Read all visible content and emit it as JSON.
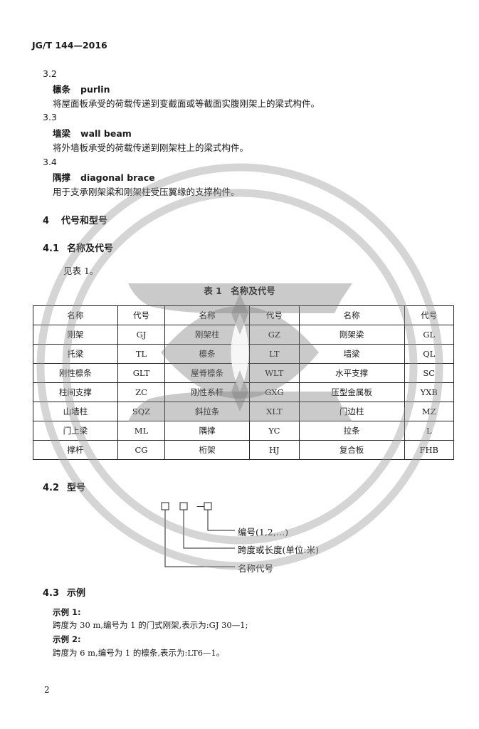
{
  "header": {
    "standard_code": "JG/T 144—2016"
  },
  "terms": [
    {
      "number": "3.2",
      "term_cn": "檩条",
      "term_en": "purlin",
      "definition": "将屋面板承受的荷载传递到变截面或等截面实腹刚架上的梁式构件。"
    },
    {
      "number": "3.3",
      "term_cn": "墙梁",
      "term_en": "wall beam",
      "definition": "将外墙板承受的荷载传递到刚架柱上的梁式构件。"
    },
    {
      "number": "3.4",
      "term_cn": "隅撑",
      "term_en": "diagonal brace",
      "definition": "用于支承刚架梁和刚架柱受压翼缘的支撑构件。"
    }
  ],
  "chapter4": {
    "number": "4",
    "title": "代号和型号"
  },
  "section41": {
    "number": "4.1",
    "title": "名称及代号",
    "text": "见表 1。"
  },
  "table1": {
    "title": "表 1　名称及代号",
    "headers": [
      "名称",
      "代号",
      "名称",
      "代号",
      "名称",
      "代号"
    ],
    "rows": [
      [
        "刚架",
        "GJ",
        "刚架柱",
        "GZ",
        "刚架梁",
        "GL"
      ],
      [
        "托梁",
        "TL",
        "檩条",
        "LT",
        "墙梁",
        "QL"
      ],
      [
        "刚性檩条",
        "GLT",
        "屋脊檩条",
        "WLT",
        "水平支撑",
        "SC"
      ],
      [
        "柱间支撑",
        "ZC",
        "刚性系杆",
        "GXG",
        "压型金属板",
        "YXB"
      ],
      [
        "山墙柱",
        "SQZ",
        "斜拉条",
        "XLT",
        "门边柱",
        "MZ"
      ],
      [
        "门上梁",
        "ML",
        "隅撑",
        "YC",
        "拉条",
        "L"
      ],
      [
        "撑杆",
        "CG",
        "桁架",
        "HJ",
        "复合板",
        "FHB"
      ]
    ]
  },
  "section42": {
    "number": "4.2",
    "title": "型号"
  },
  "model_diagram": {
    "dash": "—",
    "labels": [
      "编号(1,2,…)",
      "跨度或长度(单位:米)",
      "名称代号"
    ]
  },
  "section43": {
    "number": "4.3",
    "title": "示例"
  },
  "examples": [
    {
      "label": "示例 1:",
      "text": "跨度为 30 m,编号为 1 的门式刚架,表示为:GJ 30—1;"
    },
    {
      "label": "示例 2:",
      "text": "跨度为 6 m,编号为 1 的檩条,表示为:LT6—1。"
    }
  ],
  "footer": {
    "page_number": "2"
  }
}
